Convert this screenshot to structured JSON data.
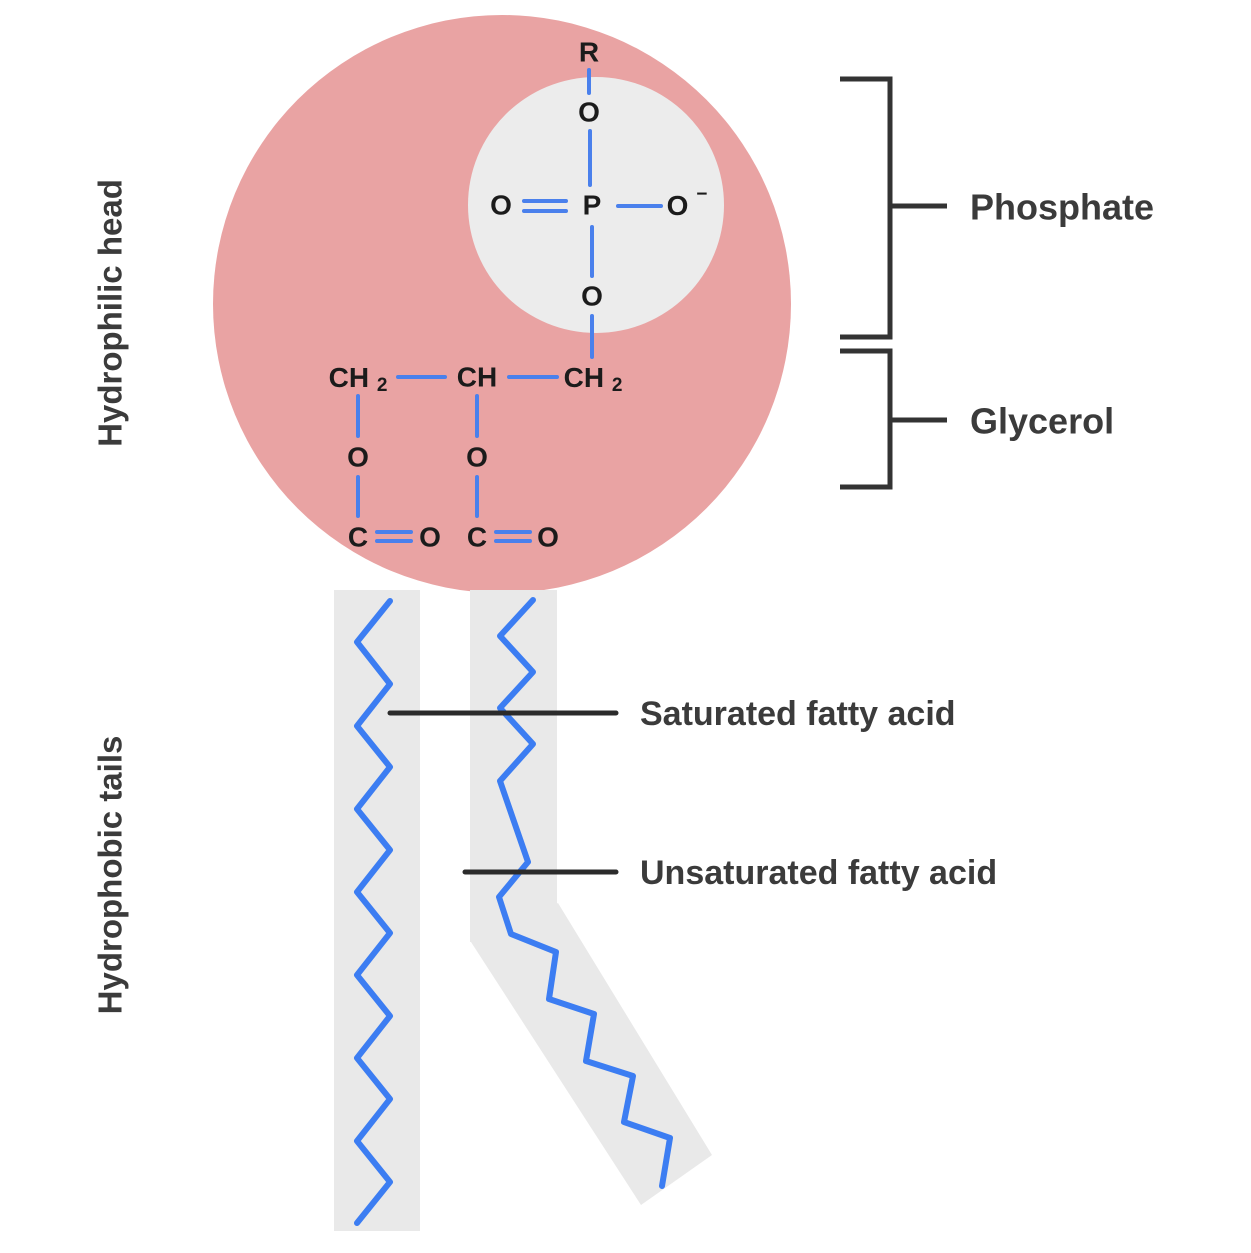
{
  "colors": {
    "background": "#ffffff",
    "head_pink": "#E9A3A3",
    "phosphate_gray": "#ECECEC",
    "tail_band_gray": "#E9E9E9",
    "bond_blue": "#4A80EC",
    "zigzag_blue": "#3C7DF2",
    "formula_text": "#1B1B1B",
    "label_text": "#3B3B3B",
    "bracket_line": "#333333",
    "pointer_line": "#2B2B2B"
  },
  "side_labels": {
    "hydrophilic_head": "Hydrophilic head",
    "hydrophobic_tails": "Hydrophobic tails"
  },
  "annotations": {
    "phosphate": "Phosphate",
    "glycerol": "Glycerol",
    "saturated": "Saturated fatty acid",
    "unsaturated": "Unsaturated fatty acid"
  },
  "molecule": {
    "r_group": "R",
    "phosphate": {
      "o_top": "O",
      "p": "P",
      "o_left": "O",
      "o_right": "O",
      "o_right_charge": "−",
      "o_bottom": "O"
    },
    "glycerol": {
      "c1": "CH",
      "c1_sub": "2",
      "c2": "CH",
      "c3": "CH",
      "c3_sub": "2",
      "o_ester_left": "O",
      "o_ester_mid": "O",
      "c_carbonyl_left": "C",
      "c_carbonyl_mid": "C",
      "o_carbonyl_left": "O",
      "o_carbonyl_mid": "O"
    }
  }
}
